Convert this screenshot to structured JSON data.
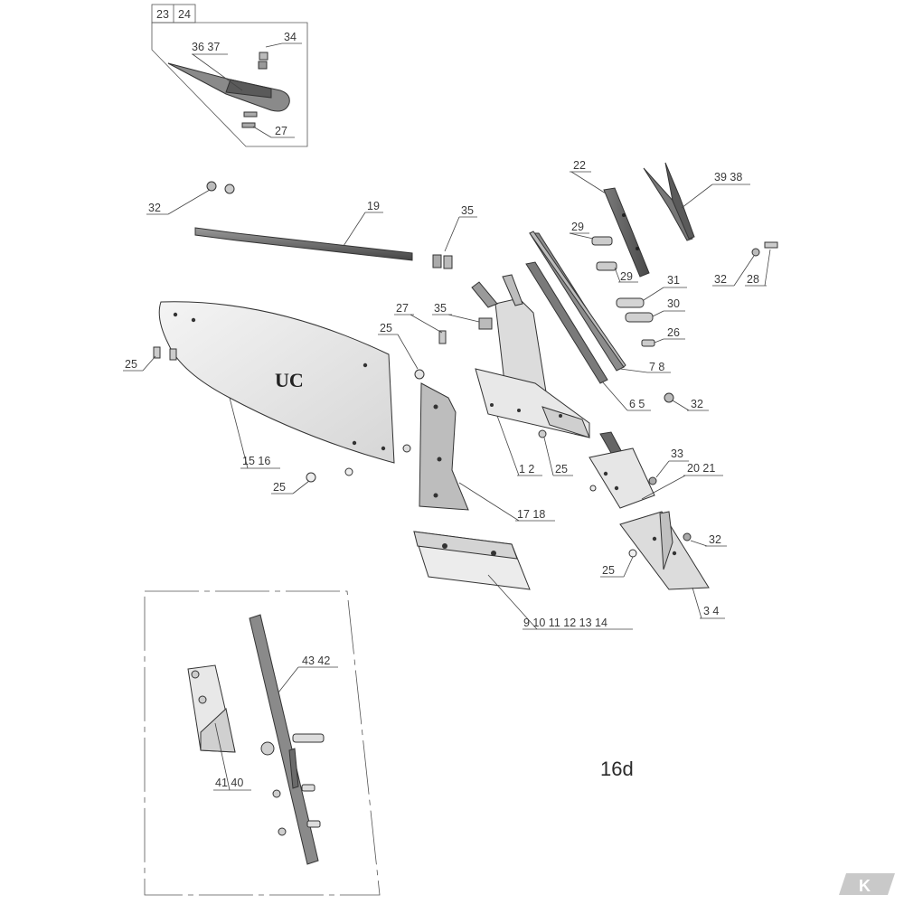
{
  "sheet": {
    "page_label": "16d",
    "blade_mark": "UC",
    "logo_text": "K"
  },
  "inset_top": {
    "header_a": "23",
    "header_b": "24",
    "labels": {
      "l3637": "36 37",
      "l34": "34",
      "l27": "27"
    }
  },
  "labels": {
    "l32a": "32",
    "l19": "19",
    "l35a": "35",
    "l22": "22",
    "l3938": "39 38",
    "l29a": "29",
    "l29b": "29",
    "l32b": "32",
    "l28": "28",
    "l31": "31",
    "l30": "30",
    "l26": "26",
    "l78": "7 8",
    "l27b": "27",
    "l35b": "35",
    "l25a": "25",
    "l25b": "25",
    "l65": "6 5",
    "l32c": "32",
    "l1516": "15 16",
    "l12": "1 2",
    "l25c": "25",
    "l33": "33",
    "l2021": "20 21",
    "l25d": "25",
    "l1718": "17 18",
    "l32d": "32",
    "l25e": "25",
    "l34b": "3 4",
    "l914": "9 10 11 12 13 14"
  },
  "inset_bottom": {
    "labels": {
      "l4342": "43 42",
      "l4140": "41 40"
    }
  },
  "colors": {
    "line": "#333333",
    "light_part": "#e6e6e6",
    "mid_part": "#c8c8c8",
    "dark_part": "#5a5a5a",
    "frame": "#555555"
  }
}
